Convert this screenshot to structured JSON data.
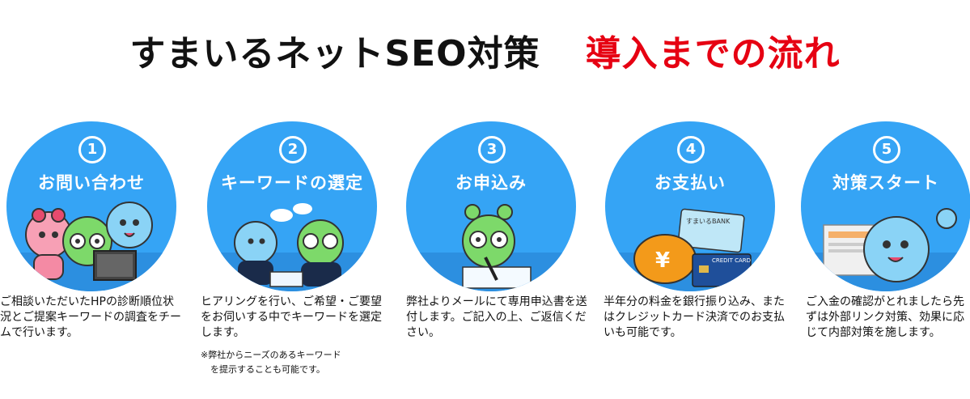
{
  "header": {
    "title_main": "すまいるネットSEO対策",
    "title_accent": "導入までの流れ"
  },
  "colors": {
    "circle": "#35a4f5",
    "accent": "#e60012",
    "text": "#111111"
  },
  "steps": [
    {
      "number": "1",
      "label": "お問い合わせ",
      "description": "ご相談いただいたHPの診断順位状況とご提案キーワードの調査をチームで行います。",
      "icon": "meeting-characters-illustration"
    },
    {
      "number": "2",
      "label": "キーワードの選定",
      "description": "ヒアリングを行い、ご希望・ご要望をお伺いする中でキーワードを選定します。",
      "note_line1": "※弊社からニーズのあるキーワード",
      "note_line2": "を提示することも可能です。",
      "icon": "discussion-characters-illustration"
    },
    {
      "number": "3",
      "label": "お申込み",
      "description": "弊社よりメールにて専用申込書を送付します。ご記入の上、ご返信ください。",
      "icon": "writing-form-illustration"
    },
    {
      "number": "4",
      "label": "お支払い",
      "description": "半年分の料金を銀行振り込み、またはクレジットカード決済でのお支払いも可能です。",
      "card_text": "CREDIT CARD",
      "bank_text": "すまいるBANK",
      "yen_symbol": "¥",
      "icon": "wallet-and-cards-illustration"
    },
    {
      "number": "5",
      "label": "対策スタート",
      "description": "ご入金の確認がとれましたら先ずは外部リンク対策、効果に応じて内部対策を施します。",
      "icon": "character-and-browser-illustration"
    }
  ]
}
